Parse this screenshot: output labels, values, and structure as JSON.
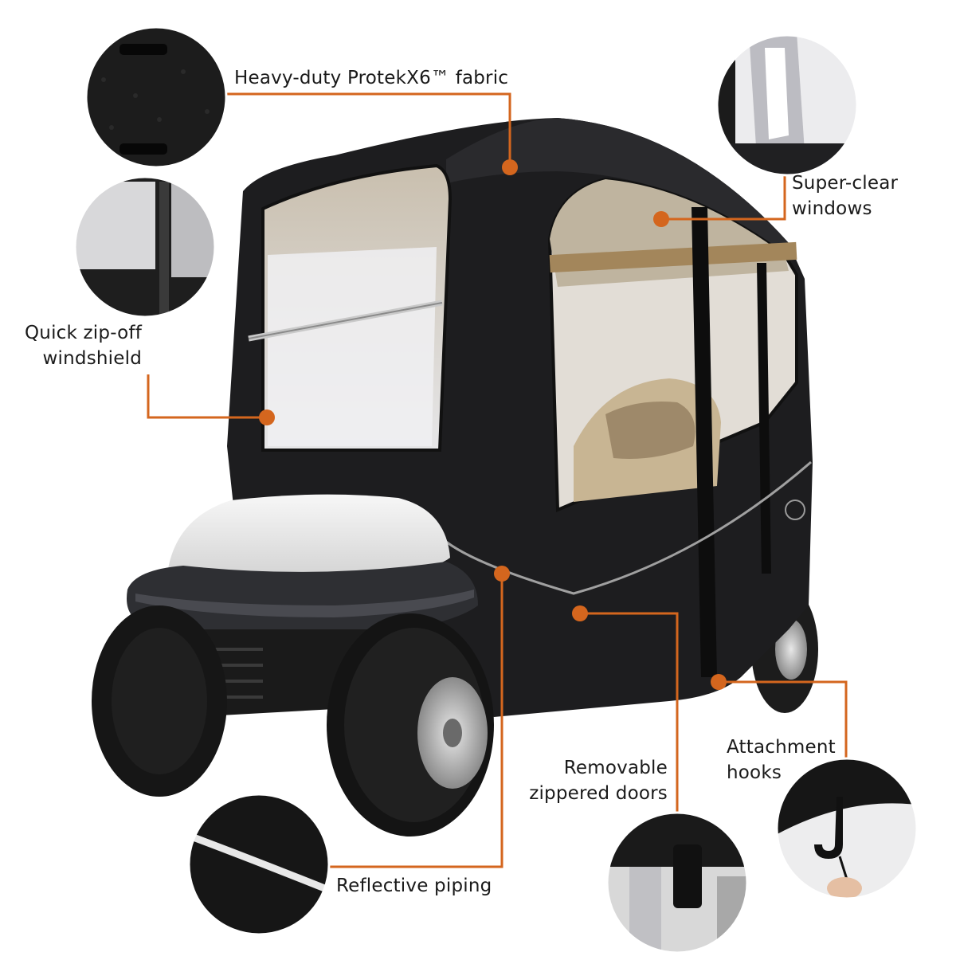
{
  "accent_color": "#d4661e",
  "features": {
    "fabric": {
      "lines": [
        "Heavy-duty ProtekX6™ fabric"
      ],
      "icon": "fabric-detail-icon"
    },
    "windows": {
      "lines": [
        "Super-clear",
        "windows"
      ],
      "icon": "window-detail-icon"
    },
    "windshield": {
      "lines": [
        "Quick zip-off",
        "windshield"
      ],
      "icon": "windshield-detail-icon"
    },
    "piping": {
      "lines": [
        "Reflective piping"
      ],
      "icon": "piping-detail-icon"
    },
    "doors": {
      "lines": [
        "Removable",
        "zippered doors"
      ],
      "icon": "zipper-detail-icon"
    },
    "hooks": {
      "lines": [
        "Attachment",
        "hooks"
      ],
      "icon": "hook-detail-icon"
    }
  }
}
